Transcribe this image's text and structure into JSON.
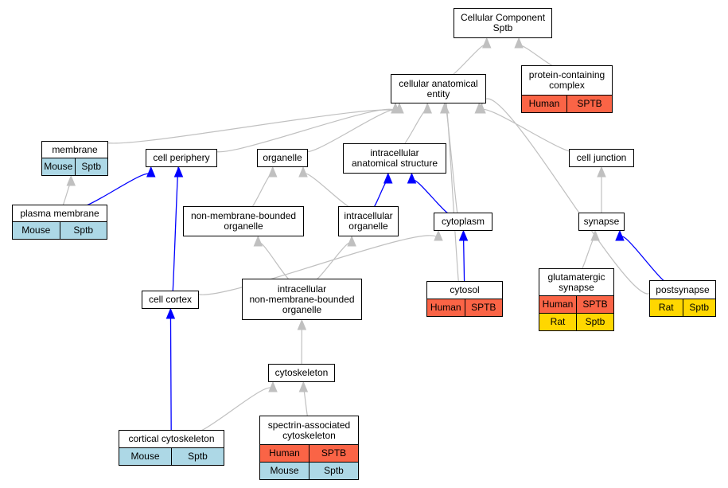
{
  "colors": {
    "human": "#fa6446",
    "mouse": "#add8e6",
    "rat": "#ffd700",
    "edge_default": "#c0c0c0",
    "edge_highlight": "#0000ff"
  },
  "nodes": {
    "cellular_component": {
      "label": "Cellular Component\nSptb",
      "rows": []
    },
    "protein_containing_complex": {
      "label": "protein-containing\ncomplex",
      "rows": [
        [
          "Human",
          "SPTB"
        ]
      ]
    },
    "cellular_anatomical_entity": {
      "label": "cellular anatomical\nentity",
      "rows": []
    },
    "membrane": {
      "label": "membrane",
      "rows": [
        [
          "Mouse",
          "Sptb"
        ]
      ]
    },
    "cell_periphery": {
      "label": "cell periphery",
      "rows": []
    },
    "organelle": {
      "label": "organelle",
      "rows": []
    },
    "intracellular_anatomical_structure": {
      "label": "intracellular\nanatomical structure",
      "rows": []
    },
    "cell_junction": {
      "label": "cell junction",
      "rows": []
    },
    "plasma_membrane": {
      "label": "plasma membrane",
      "rows": [
        [
          "Mouse",
          "Sptb"
        ]
      ]
    },
    "non_membrane_bounded_organelle": {
      "label": "non-membrane-bounded\norganelle",
      "rows": []
    },
    "intracellular_organelle": {
      "label": "intracellular\norganelle",
      "rows": []
    },
    "cytoplasm": {
      "label": "cytoplasm",
      "rows": []
    },
    "synapse": {
      "label": "synapse",
      "rows": []
    },
    "glutamatergic_synapse": {
      "label": "glutamatergic\nsynapse",
      "rows": [
        [
          "Human",
          "SPTB"
        ],
        [
          "Rat",
          "Sptb"
        ]
      ]
    },
    "postsynapse": {
      "label": "postsynapse",
      "rows": [
        [
          "Rat",
          "Sptb"
        ]
      ]
    },
    "cell_cortex": {
      "label": "cell cortex",
      "rows": []
    },
    "intracellular_non_membrane_bounded_organelle": {
      "label": "intracellular\nnon-membrane-bounded\norganelle",
      "rows": []
    },
    "cytosol": {
      "label": "cytosol",
      "rows": [
        [
          "Human",
          "SPTB"
        ]
      ]
    },
    "cytoskeleton": {
      "label": "cytoskeleton",
      "rows": []
    },
    "cortical_cytoskeleton": {
      "label": "cortical cytoskeleton",
      "rows": [
        [
          "Mouse",
          "Sptb"
        ]
      ]
    },
    "spectrin_associated_cytoskeleton": {
      "label": "spectrin-associated\ncytoskeleton",
      "rows": [
        [
          "Human",
          "SPTB"
        ],
        [
          "Mouse",
          "Sptb"
        ]
      ]
    }
  },
  "edges": [
    {
      "from": "cellular_anatomical_entity",
      "to": "cellular_component",
      "highlight": false
    },
    {
      "from": "protein_containing_complex",
      "to": "cellular_component",
      "highlight": false
    },
    {
      "from": "membrane",
      "to": "cellular_anatomical_entity",
      "highlight": false
    },
    {
      "from": "cell_periphery",
      "to": "cellular_anatomical_entity",
      "highlight": false
    },
    {
      "from": "organelle",
      "to": "cellular_anatomical_entity",
      "highlight": false
    },
    {
      "from": "intracellular_anatomical_structure",
      "to": "cellular_anatomical_entity",
      "highlight": false
    },
    {
      "from": "cell_junction",
      "to": "cellular_anatomical_entity",
      "highlight": false
    },
    {
      "from": "cytoplasm",
      "to": "cellular_anatomical_entity",
      "highlight": false
    },
    {
      "from": "cytosol",
      "to": "cellular_anatomical_entity",
      "highlight": false
    },
    {
      "from": "postsynapse",
      "to": "cellular_anatomical_entity",
      "highlight": false
    },
    {
      "from": "plasma_membrane",
      "to": "membrane",
      "highlight": false
    },
    {
      "from": "plasma_membrane",
      "to": "cell_periphery",
      "highlight": true
    },
    {
      "from": "cell_cortex",
      "to": "cell_periphery",
      "highlight": true
    },
    {
      "from": "non_membrane_bounded_organelle",
      "to": "organelle",
      "highlight": false
    },
    {
      "from": "intracellular_organelle",
      "to": "organelle",
      "highlight": false
    },
    {
      "from": "intracellular_organelle",
      "to": "intracellular_anatomical_structure",
      "highlight": true
    },
    {
      "from": "cytoplasm",
      "to": "intracellular_anatomical_structure",
      "highlight": true
    },
    {
      "from": "synapse",
      "to": "cell_junction",
      "highlight": false
    },
    {
      "from": "cell_cortex",
      "to": "cytoplasm",
      "highlight": false
    },
    {
      "from": "cytosol",
      "to": "cytoplasm",
      "highlight": true
    },
    {
      "from": "intracellular_non_membrane_bounded_organelle",
      "to": "non_membrane_bounded_organelle",
      "highlight": false
    },
    {
      "from": "intracellular_non_membrane_bounded_organelle",
      "to": "intracellular_organelle",
      "highlight": false
    },
    {
      "from": "glutamatergic_synapse",
      "to": "synapse",
      "highlight": false
    },
    {
      "from": "postsynapse",
      "to": "synapse",
      "highlight": true
    },
    {
      "from": "cytoskeleton",
      "to": "intracellular_non_membrane_bounded_organelle",
      "highlight": false
    },
    {
      "from": "cortical_cytoskeleton",
      "to": "cell_cortex",
      "highlight": true
    },
    {
      "from": "cortical_cytoskeleton",
      "to": "cytoskeleton",
      "highlight": false
    },
    {
      "from": "spectrin_associated_cytoskeleton",
      "to": "cytoskeleton",
      "highlight": false
    }
  ]
}
